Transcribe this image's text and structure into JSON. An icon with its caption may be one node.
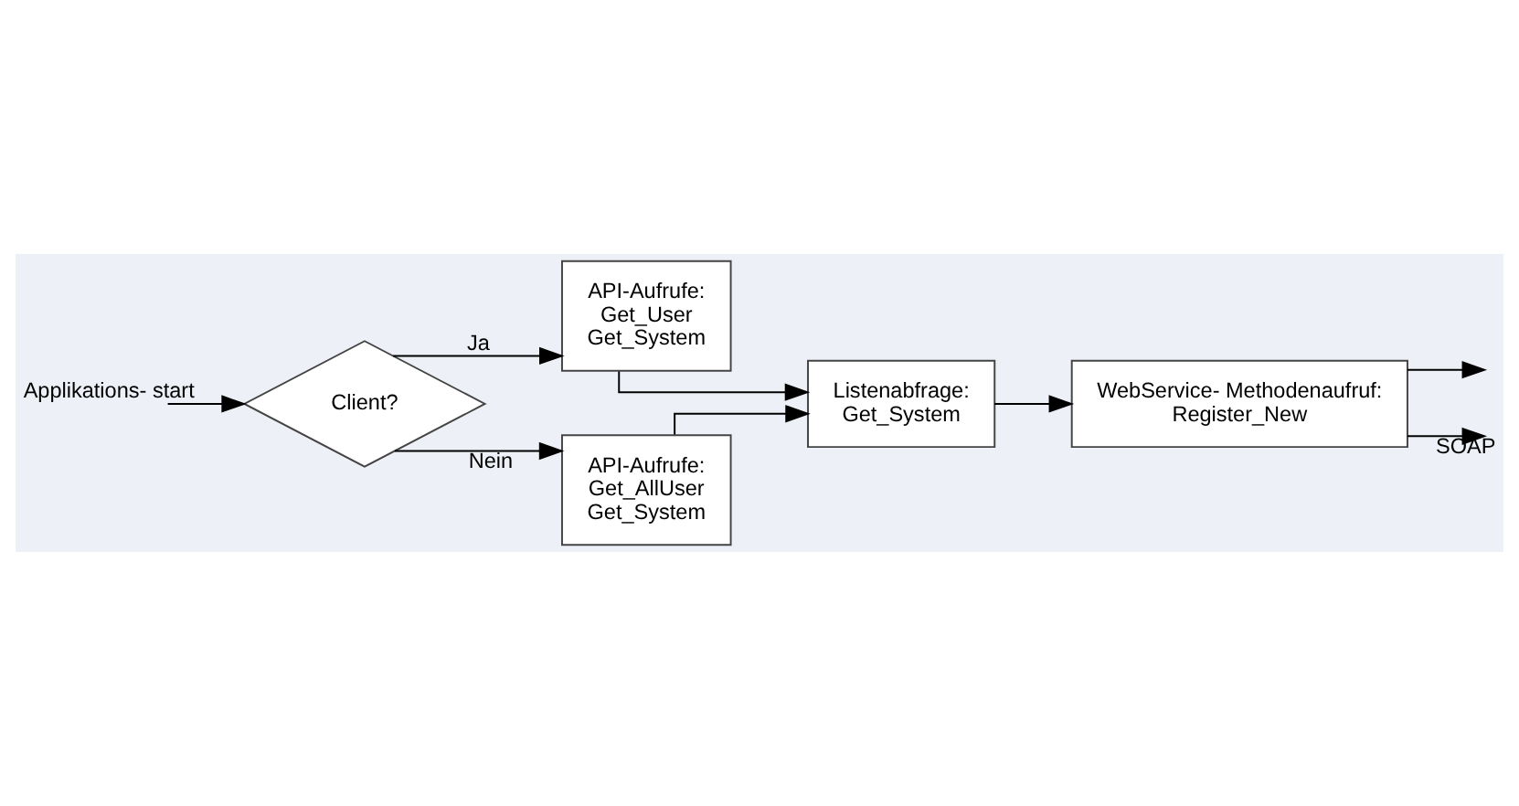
{
  "diagram": {
    "nodes": [
      {
        "text": [
          "Client?"
        ]
      },
      {
        "text": [
          "API-Aufrufe:",
          "Get_User",
          "Get_System"
        ]
      },
      {
        "text": [
          "API-Aufrufe:",
          "Get_AllUser",
          "Get_System"
        ]
      },
      {
        "text": [
          "Listenabfrage:",
          "Get_System"
        ]
      },
      {
        "text": [
          "WebService- Methodenaufruf:",
          "Register_New"
        ]
      }
    ],
    "edges": [
      {
        "from": null,
        "to": 0,
        "arrow": "to",
        "label": "Applikations- start"
      },
      {
        "from": 0,
        "to": 1,
        "arrow": "to",
        "label": "Ja"
      },
      {
        "from": 0,
        "to": 2,
        "arrow": "to",
        "label": "Nein"
      },
      {
        "from": 1,
        "to": 3,
        "arrow": "to"
      },
      {
        "from": 2,
        "to": 3,
        "arrow": "to"
      },
      {
        "from": 3,
        "to": 4,
        "arrow": "to"
      },
      {
        "from": 4,
        "to": null,
        "arrow": "to"
      },
      {
        "from": 4,
        "to": null,
        "arrow": "to",
        "label": "SOAP"
      }
    ]
  }
}
